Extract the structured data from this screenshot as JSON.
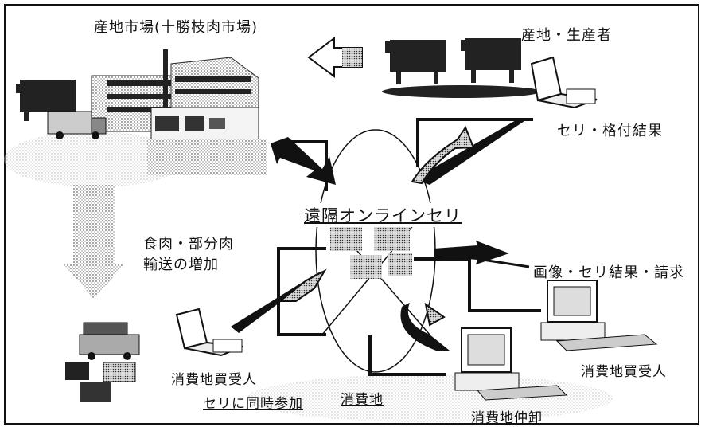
{
  "labels": {
    "origin_market": "産地市場(十勝枝肉市場)",
    "producer": "産地・生産者",
    "auction_result": "セリ・格付結果",
    "center": "遠隔オンラインセリ",
    "transport_line1": "食肉・部分肉",
    "transport_line2": "輸送の増加",
    "image_results": "画像・セリ結果・請求",
    "buyer_left": "消費地買受人",
    "buyer_right": "消費地買受人",
    "participate": "セリに同時参加",
    "consumer_area": "消費地",
    "wholesaler": "消費地仲卸"
  },
  "colors": {
    "ink": "#111111",
    "paper": "#ffffff",
    "halftone": "#9a9a9a"
  }
}
